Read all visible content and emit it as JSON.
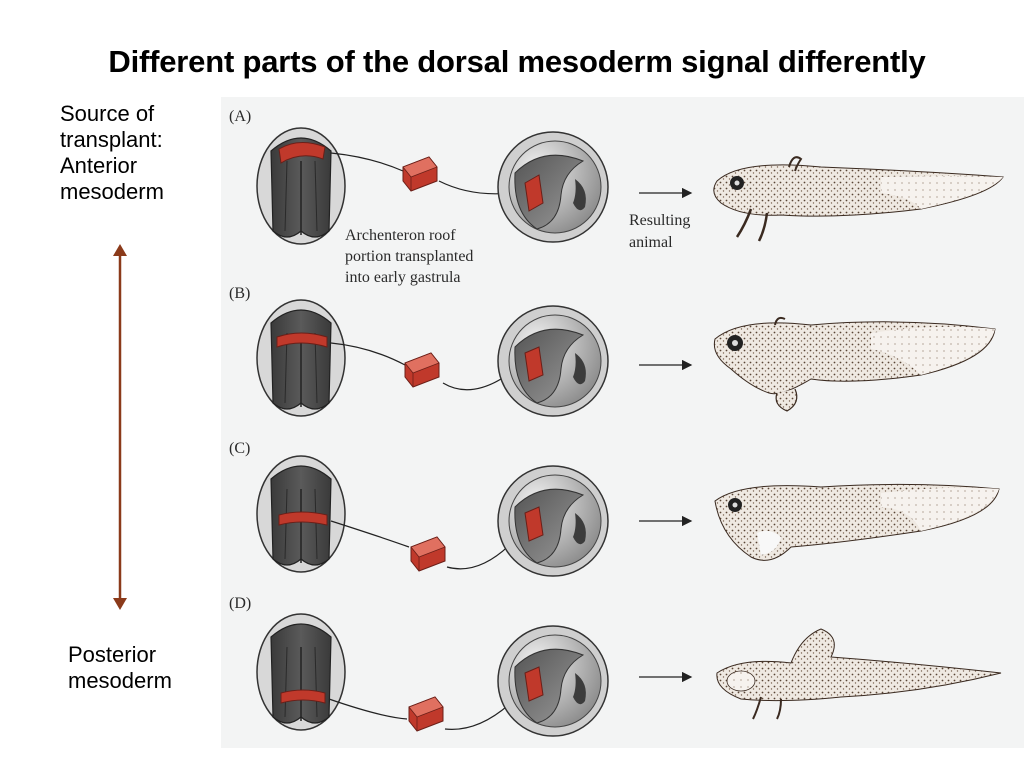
{
  "slide": {
    "title": "Different parts of the dorsal mesoderm signal differently",
    "top_label_lines": [
      "Source of",
      "transplant:",
      "Anterior",
      "mesoderm"
    ],
    "bottom_label_lines": [
      "Posterior",
      "mesoderm"
    ]
  },
  "figure": {
    "panels": [
      {
        "letter": "(A)",
        "tissue_level": "top"
      },
      {
        "letter": "(B)",
        "tissue_level": "upper-middle"
      },
      {
        "letter": "(C)",
        "tissue_level": "lower-middle"
      },
      {
        "letter": "(D)",
        "tissue_level": "bottom"
      }
    ],
    "caption_lines": [
      "Archenteron roof",
      "portion transplanted",
      "into early gastrula"
    ],
    "result_lines": [
      "Resulting",
      "animal"
    ]
  },
  "colors": {
    "axis_arrow": "#8b3a1a",
    "tissue_red": "#c0392b",
    "embryo_dark": "#4a4a4a",
    "figure_bg": "#f3f4f4"
  }
}
